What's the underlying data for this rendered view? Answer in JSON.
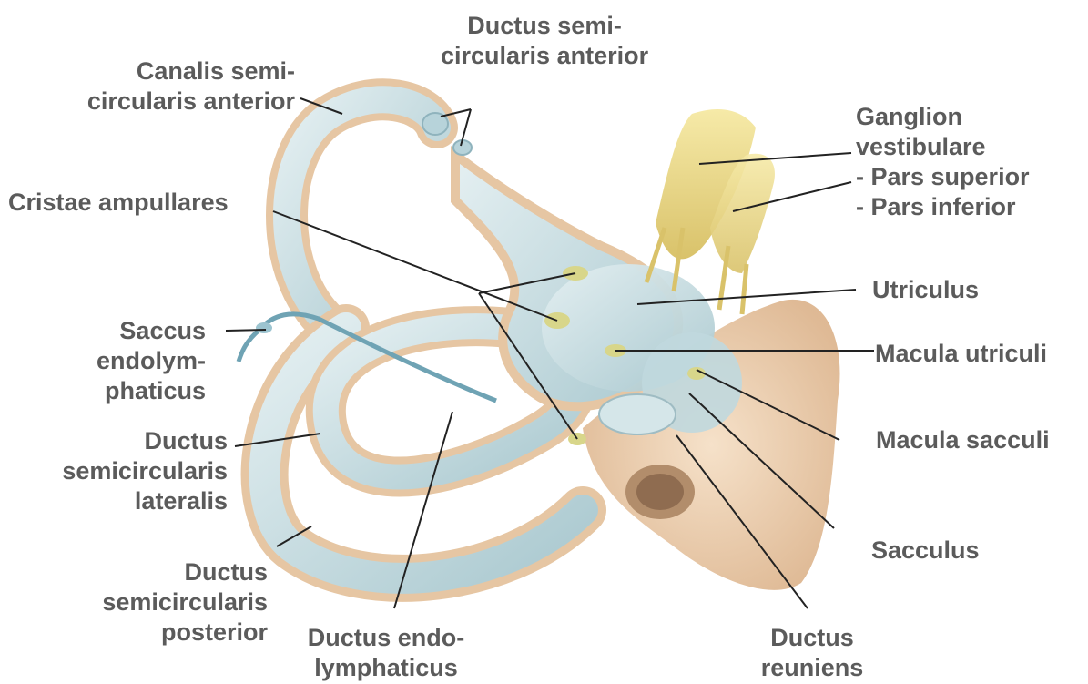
{
  "labels": {
    "ductus_semicircularis_anterior": [
      "Ductus semi-",
      "circularis anterior"
    ],
    "canalis_semicircularis_anterior": [
      "Canalis semi-",
      "circularis anterior"
    ],
    "ganglion_vestibulare": [
      "Ganglion",
      "vestibulare",
      "- Pars superior",
      "- Pars inferior"
    ],
    "cristae_ampullares": [
      "Cristae ampullares"
    ],
    "utriculus": [
      "Utriculus"
    ],
    "saccus_endolymphaticus": [
      "Saccus",
      "endolym-",
      "phaticus"
    ],
    "macula_utriculi": [
      "Macula utriculi"
    ],
    "ductus_semicircularis_lateralis": [
      "Ductus",
      "semicircularis",
      "lateralis"
    ],
    "macula_sacculi": [
      "Macula sacculi"
    ],
    "sacculus": [
      "Sacculus"
    ],
    "ductus_semicircularis_posterior": [
      "Ductus",
      "semicircularis",
      "posterior"
    ],
    "ductus_endolymphaticus": [
      "Ductus endo-",
      "lymphaticus"
    ],
    "ductus_reuniens": [
      "Ductus",
      "reuniens"
    ]
  },
  "colors": {
    "label_text": "#5b5b5b",
    "leader_line": "#222222",
    "bony_outer": "#e9c9a8",
    "membranous_duct": "#c6dde2",
    "ganglion": "#efdf8f",
    "temporal_bone": "#e3c09b"
  }
}
